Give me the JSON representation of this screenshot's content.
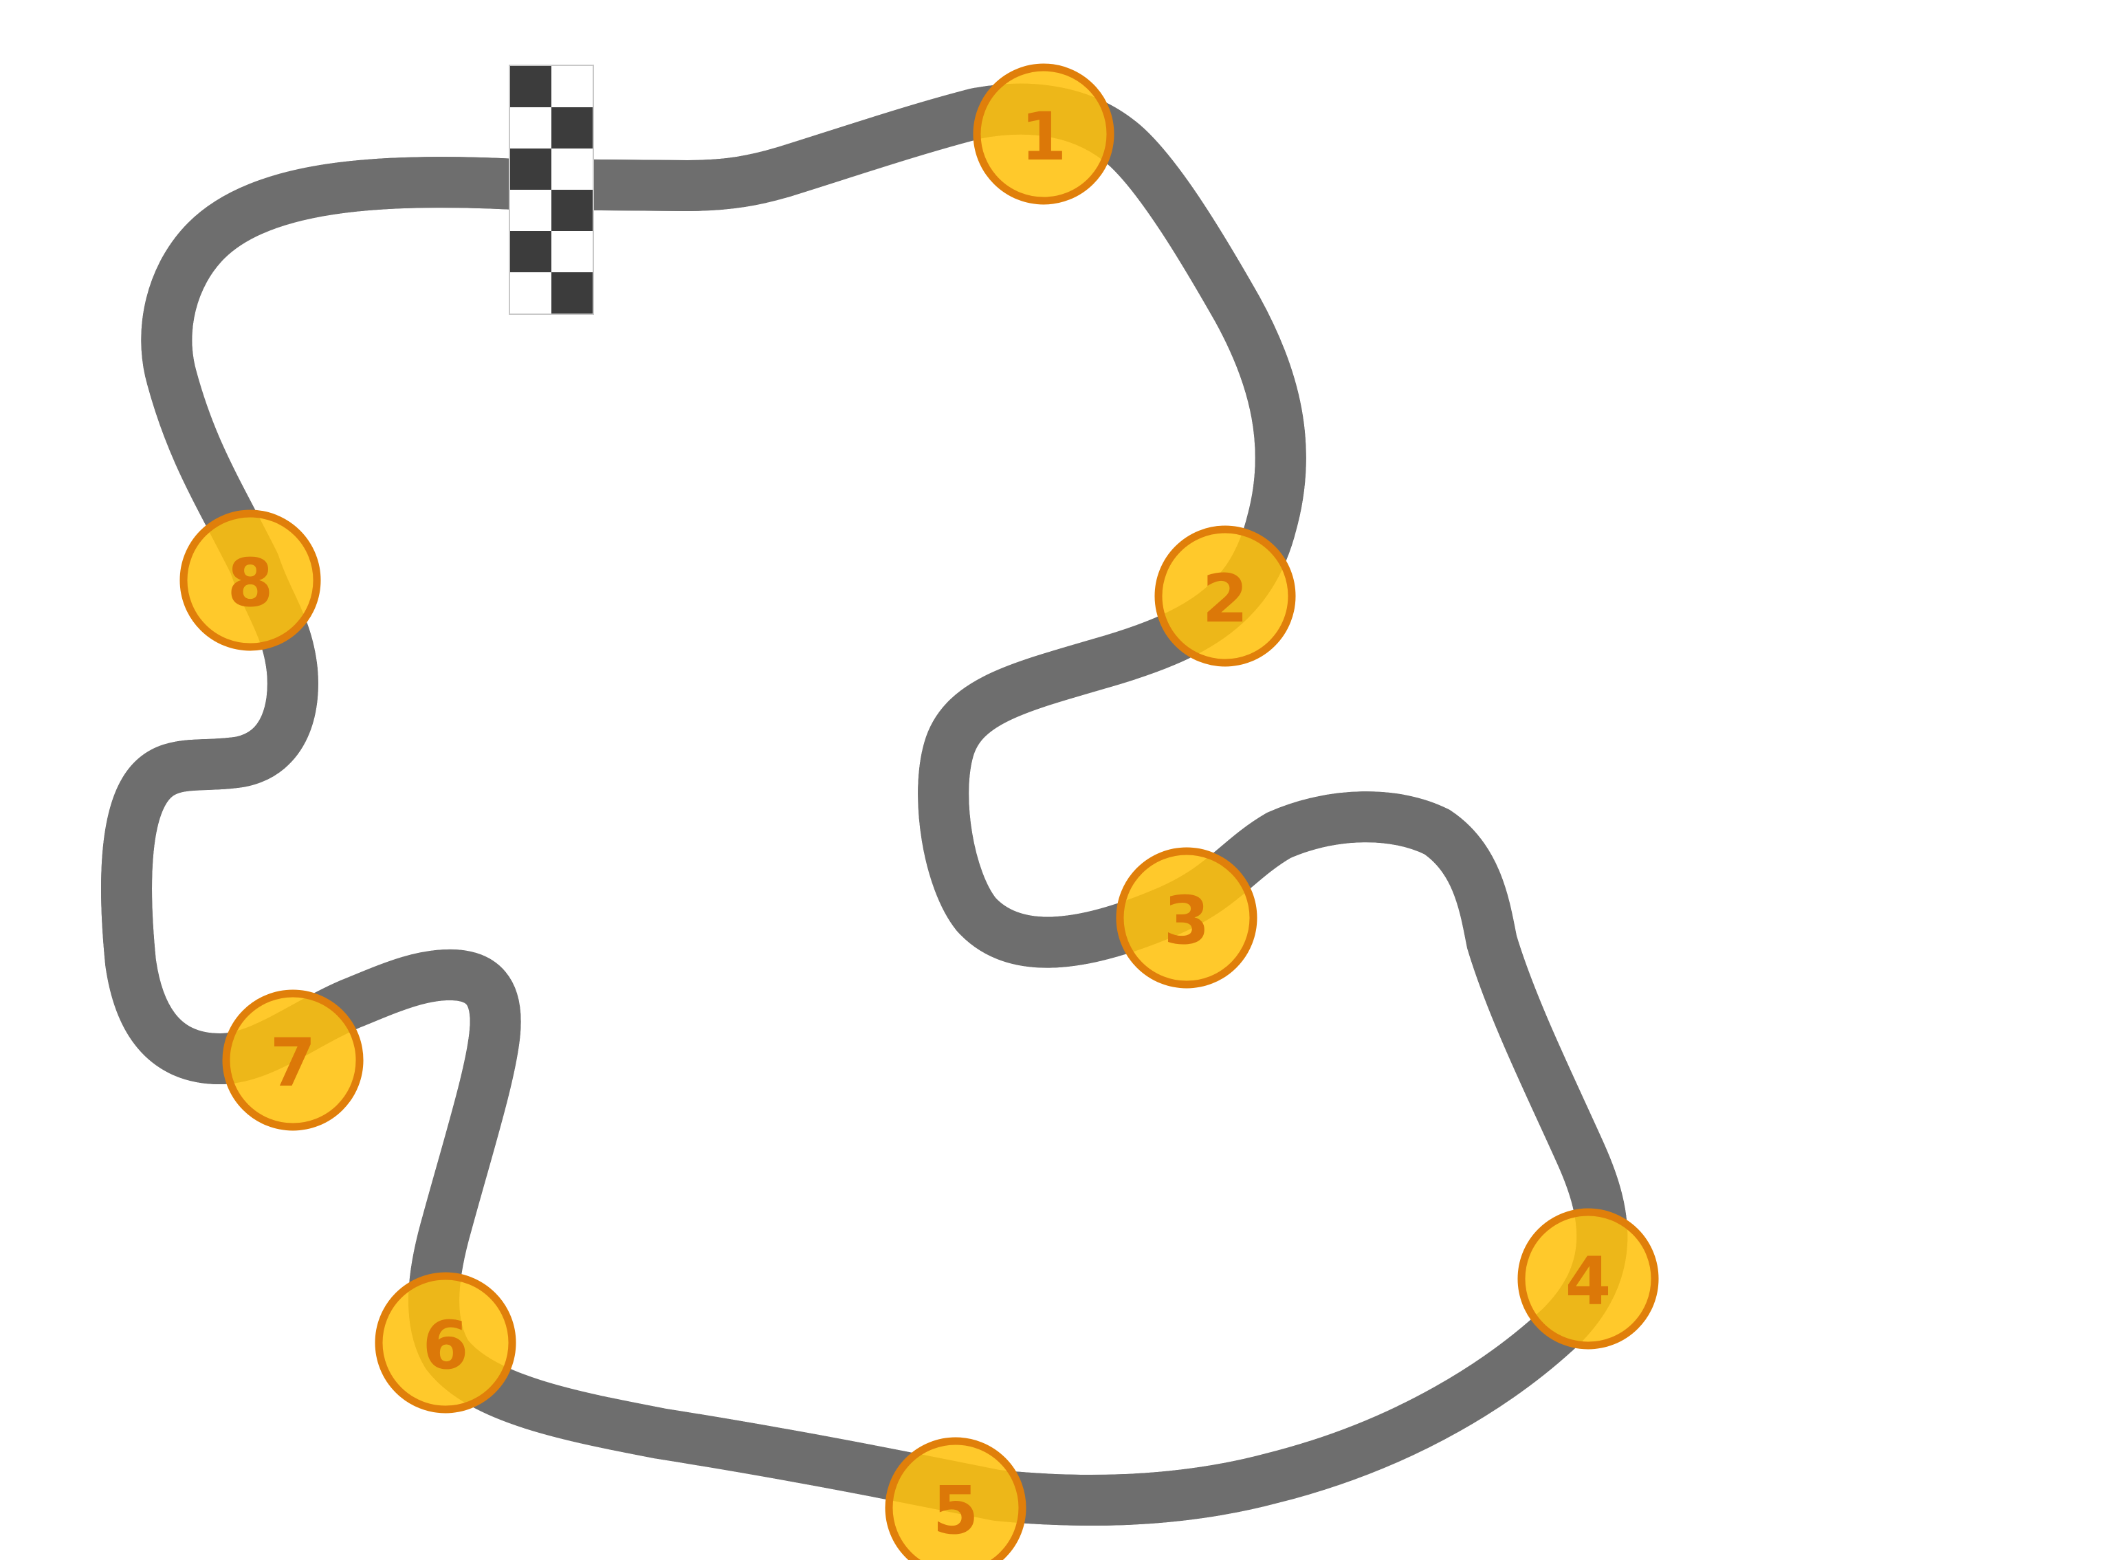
{
  "diagram": {
    "type": "race-track-map",
    "colors": {
      "background": "#ffffff",
      "track_fill": "#aaaaaa",
      "track_edge": "#6e6e6e",
      "checkpoint_fill": "#ffc20e",
      "checkpoint_stroke": "#e07f0a",
      "checkpoint_text": "#dc7808",
      "flag_dark": "#3c3c3c",
      "flag_light": "#ffffff"
    },
    "start_finish": {
      "icon": "checkered-flag-icon"
    },
    "checkpoints": [
      {
        "label": "1"
      },
      {
        "label": "2"
      },
      {
        "label": "3"
      },
      {
        "label": "4"
      },
      {
        "label": "5"
      },
      {
        "label": "6"
      },
      {
        "label": "7"
      },
      {
        "label": "8"
      }
    ]
  }
}
